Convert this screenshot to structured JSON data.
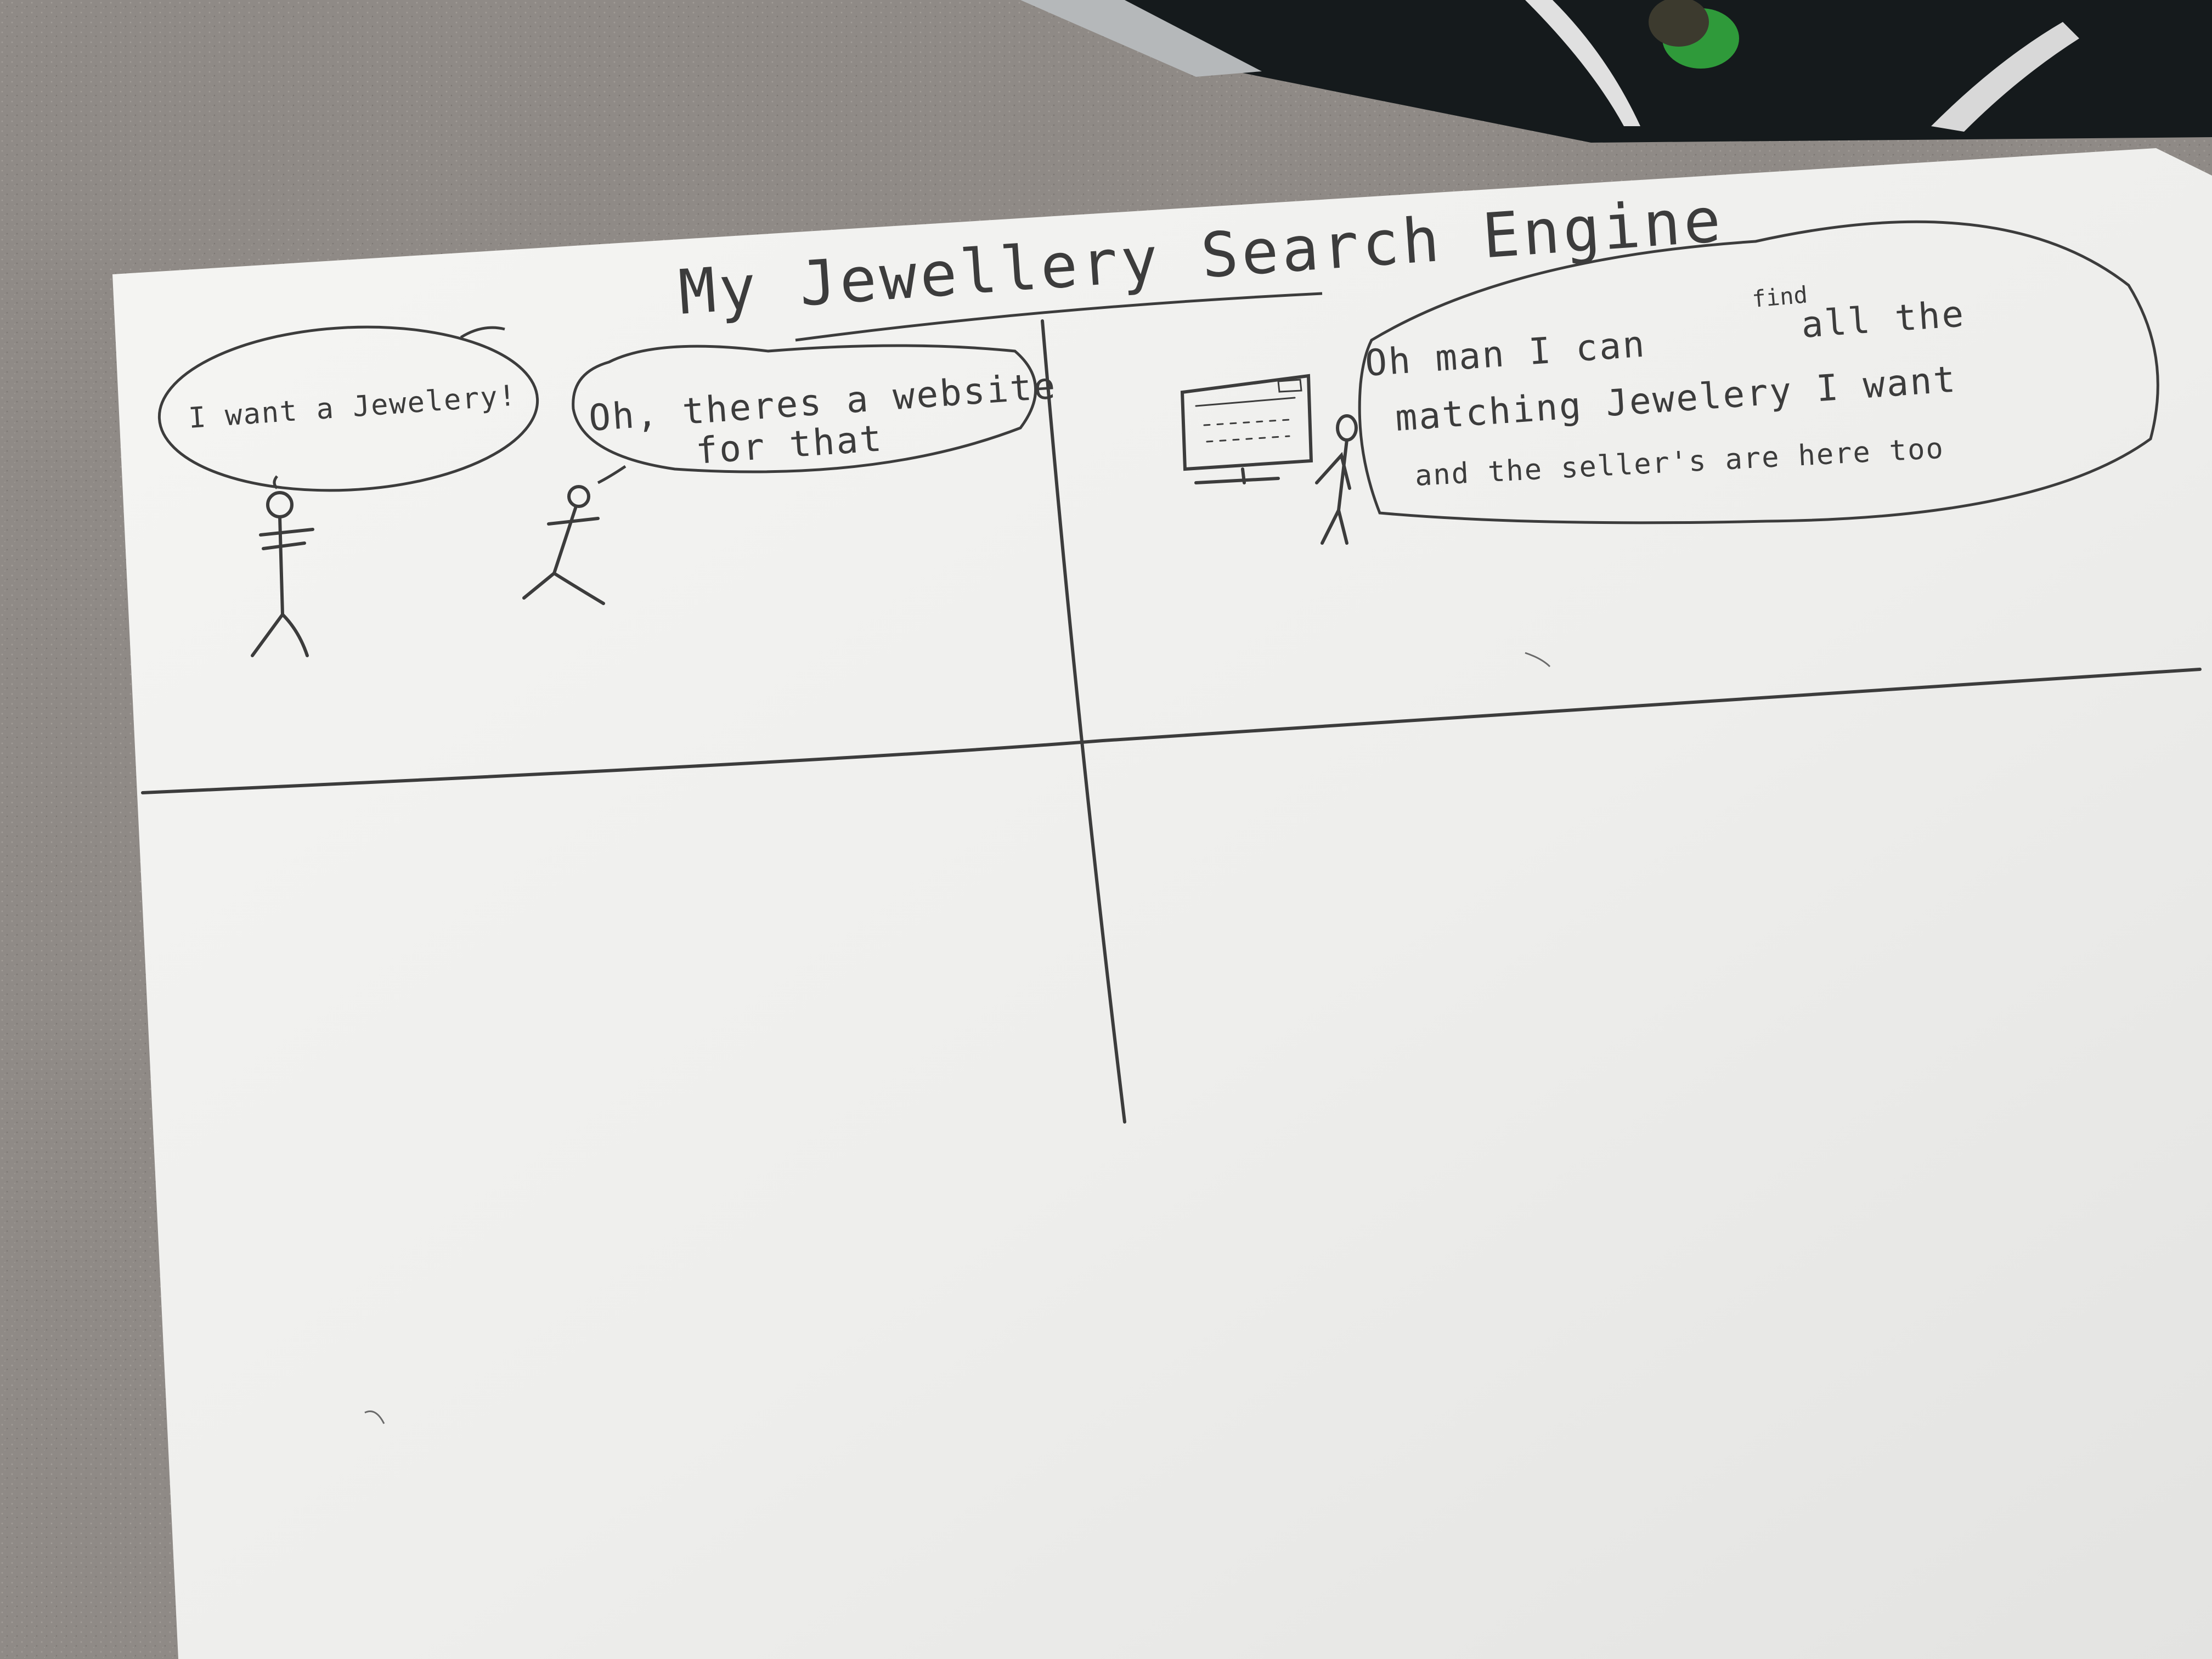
{
  "sketch": {
    "title": "My Jewellery Search Engine",
    "panel1": {
      "speech_a": "I want a Jewelery!",
      "speech_b_line1": "Oh, theres a website",
      "speech_b_line2": "for that"
    },
    "panel2": {
      "speech_line1": "Oh man I can",
      "speech_insert": "find",
      "speech_line1_end": "all the",
      "speech_line2": "matching Jewelery I want",
      "speech_line3": "and the seller's are here too"
    }
  },
  "colors": {
    "desk": "#8f8a86",
    "paper": "#f0f0ee",
    "pencil": "#3c3c3c",
    "dark_object": "#151a1c",
    "green_accent": "#2f9a3a"
  }
}
